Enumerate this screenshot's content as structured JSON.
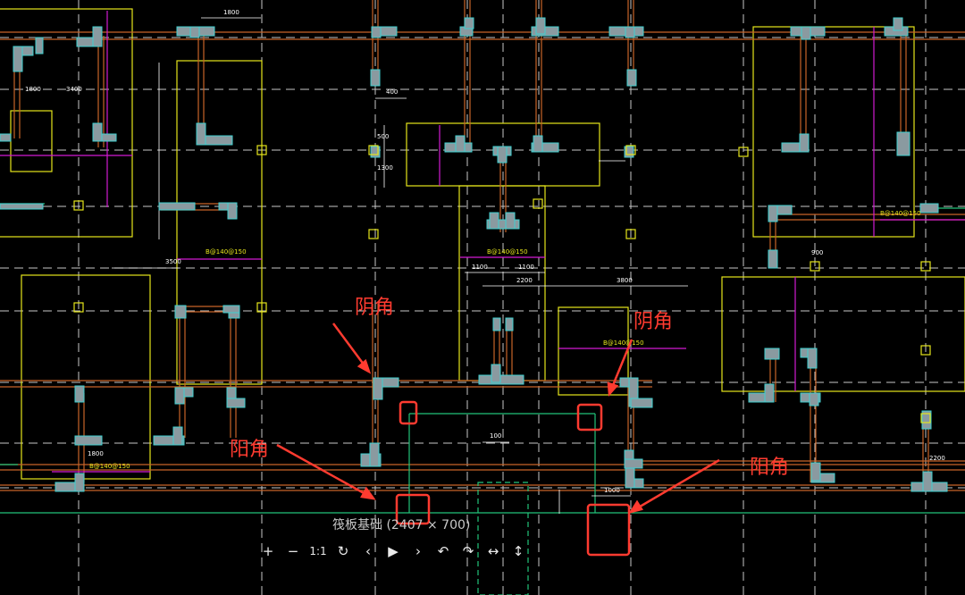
{
  "viewer": {
    "caption": "筏板基础 (2407 × 700)",
    "controls": [
      {
        "name": "zoom-in-button",
        "label": "+"
      },
      {
        "name": "zoom-out-button",
        "label": "−"
      },
      {
        "name": "actual-size-button",
        "label": "1:1"
      },
      {
        "name": "rotate-reset-button",
        "label": "↻"
      },
      {
        "name": "previous-button",
        "label": "‹"
      },
      {
        "name": "play-button",
        "label": "▶"
      },
      {
        "name": "next-button",
        "label": "›"
      },
      {
        "name": "rotate-left-button",
        "label": "↶"
      },
      {
        "name": "rotate-right-button",
        "label": "↷"
      },
      {
        "name": "flip-horizontal-button",
        "label": "↔"
      },
      {
        "name": "flip-vertical-button",
        "label": "↕"
      }
    ]
  },
  "annotations": {
    "yin_jiao_1": "阴角",
    "yin_jiao_2": "阴角",
    "yang_jiao_1": "阳角",
    "yang_jiao_2": "阳角",
    "color": "#ff3b30"
  },
  "drawing": {
    "dimensions": [
      "1800",
      "3400",
      "1800",
      "2200",
      "3800",
      "3500",
      "1100",
      "1100",
      "400",
      "500",
      "1300",
      "100",
      "1000",
      "1800",
      "2200",
      "900"
    ],
    "rebar_notes": [
      "B@140@150",
      "B@140@150",
      "B@140@150",
      "B@140@150",
      "B@140@150"
    ],
    "colors": {
      "background": "#000000",
      "column": "#8a9aa0",
      "column_edge": "#3fd0d0",
      "beam": "#c86428",
      "slab_edge": "#e5e51c",
      "grid": "#c8c8c8",
      "magenta": "#d21ad2",
      "green": "#22c47a",
      "dim": "#ffffff"
    }
  }
}
